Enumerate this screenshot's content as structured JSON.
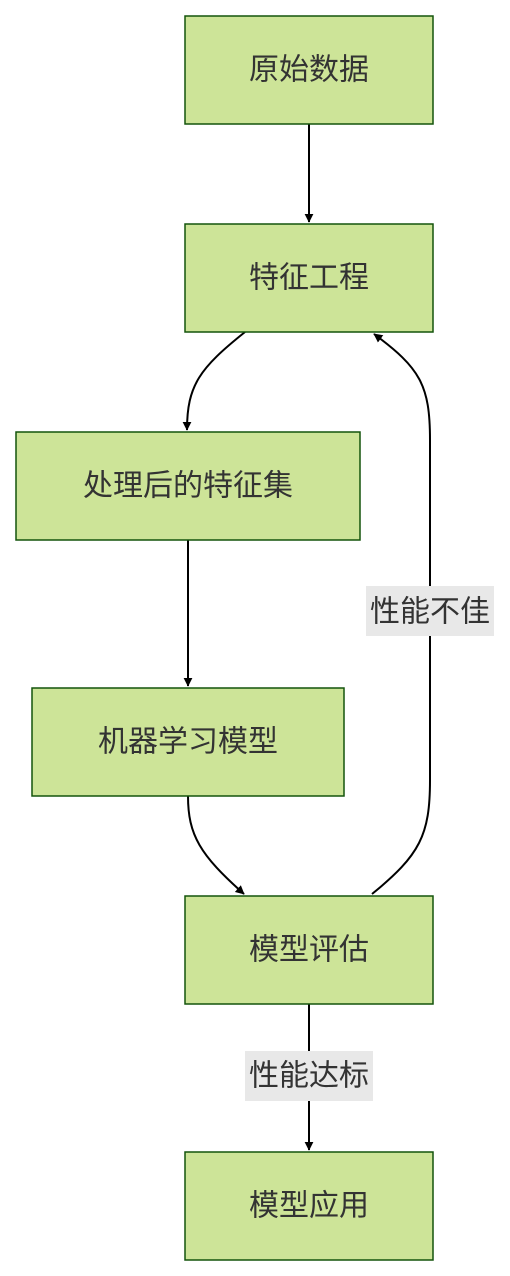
{
  "diagram": {
    "type": "flowchart",
    "nodes": {
      "raw_data": "原始数据",
      "feature_engineering": "特征工程",
      "processed_features": "处理后的特征集",
      "ml_model": "机器学习模型",
      "model_evaluation": "模型评估",
      "model_application": "模型应用"
    },
    "edges": {
      "poor_performance": "性能不佳",
      "performance_ok": "性能达标"
    },
    "colors": {
      "node_fill": "#cde498",
      "node_stroke": "#13540c",
      "edge": "#000000",
      "label_bg": "#e8e8e8",
      "text": "#333333"
    }
  }
}
